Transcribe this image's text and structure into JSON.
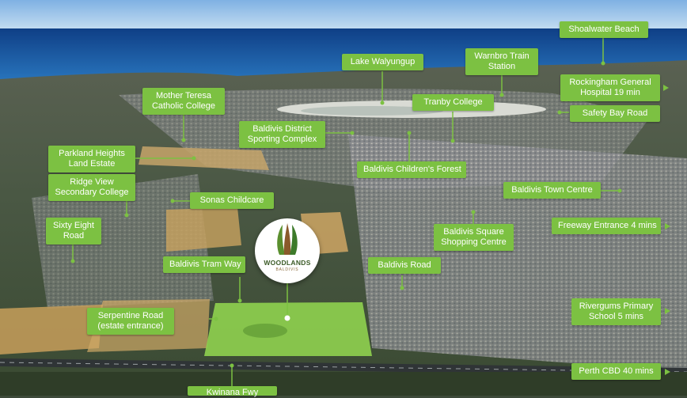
{
  "labels": {
    "shoalwater_beach": [
      "Shoalwater Beach"
    ],
    "lake_walyungup": [
      "Lake Walyungup"
    ],
    "warnbro_station": [
      "Warnbro Train",
      "Station"
    ],
    "rockingham_hospital": [
      "Rockingham General",
      "Hospital 19 min"
    ],
    "safety_bay_road": [
      "Safety Bay Road"
    ],
    "mother_teresa": [
      "Mother Teresa",
      "Catholic College"
    ],
    "tranby_college": [
      "Tranby College"
    ],
    "baldivis_sporting": [
      "Baldivis District",
      "Sporting Complex"
    ],
    "parkland_heights": [
      "Parkland Heights",
      "Land Estate"
    ],
    "childrens_forest": [
      "Baldivis Children's Forest"
    ],
    "ridge_view": [
      "Ridge View",
      "Secondary College"
    ],
    "sonas_childcare": [
      "Sonas Childcare"
    ],
    "town_centre": [
      "Baldivis Town Centre"
    ],
    "sixty_eight_road": [
      "Sixty Eight",
      "Road"
    ],
    "square_shopping": [
      "Baldivis Square",
      "Shopping Centre"
    ],
    "freeway_entrance": [
      "Freeway Entrance 4 mins"
    ],
    "tram_way": [
      "Baldivis Tram Way"
    ],
    "baldivis_road": [
      "Baldivis Road"
    ],
    "rivergums": [
      "Rivergums Primary",
      "School 5 mins"
    ],
    "serpentine_road": [
      "Serpentine Road",
      "(estate entrance)"
    ],
    "perth_cbd": [
      "Perth CBD 40 mins"
    ],
    "kwinana_fwy": [
      "Kwinana Fwy"
    ]
  },
  "logo": {
    "name": "WOODLANDS",
    "suburb": "BALDIVIS"
  },
  "colors": {
    "label": "#7cc142",
    "ocean": "#1d5fa8",
    "site": "#8fd14f"
  },
  "icons": {
    "arrow": "right-arrow-icon"
  }
}
